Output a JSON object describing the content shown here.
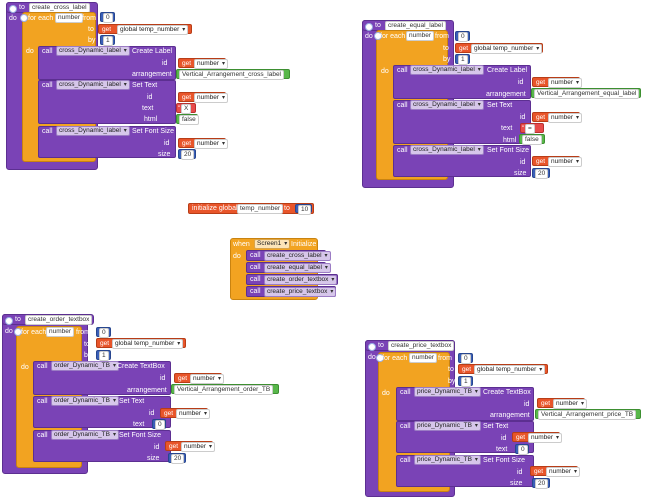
{
  "procedures": [
    {
      "to": "to",
      "name": "create_cross_label",
      "do": "do",
      "loop": {
        "for_each": "for each",
        "var": "number",
        "from": "from",
        "from_val": "0",
        "to": "to",
        "get": "get",
        "global": "global temp_number",
        "by": "by",
        "by_val": "1",
        "do": "do"
      },
      "calls": [
        {
          "call": "call",
          "component": "cross_Dynamic_label",
          "method": "Create Label",
          "args": [
            {
              "name": "id",
              "get": "get",
              "var": "number"
            },
            {
              "name": "arrangement",
              "value": "Vertical_Arrangement_cross_label"
            }
          ]
        },
        {
          "call": "call",
          "component": "cross_Dynamic_label",
          "method": "Set Text",
          "args": [
            {
              "name": "id",
              "get": "get",
              "var": "number"
            },
            {
              "name": "text",
              "value": "X"
            },
            {
              "name": "html",
              "value": "false"
            }
          ]
        },
        {
          "call": "call",
          "component": "cross_Dynamic_label",
          "method": "Set Font Size",
          "args": [
            {
              "name": "id",
              "get": "get",
              "var": "number"
            },
            {
              "name": "size",
              "value": "20"
            }
          ]
        }
      ]
    },
    {
      "to": "to",
      "name": "create_equal_label",
      "do": "do",
      "loop": {
        "for_each": "for each",
        "var": "number",
        "from": "from",
        "from_val": "0",
        "to": "to",
        "get": "get",
        "global": "global temp_number",
        "by": "by",
        "by_val": "1",
        "do": "do"
      },
      "calls": [
        {
          "call": "call",
          "component": "cross_Dynamic_label",
          "method": "Create Label",
          "args": [
            {
              "name": "id",
              "get": "get",
              "var": "number"
            },
            {
              "name": "arrangement",
              "value": "Vertical_Arrangement_equal_label"
            }
          ]
        },
        {
          "call": "call",
          "component": "cross_Dynamic_label",
          "method": "Set Text",
          "args": [
            {
              "name": "id",
              "get": "get",
              "var": "number"
            },
            {
              "name": "text",
              "value": "="
            },
            {
              "name": "html",
              "value": "false"
            }
          ]
        },
        {
          "call": "call",
          "component": "cross_Dynamic_label",
          "method": "Set Font Size",
          "args": [
            {
              "name": "id",
              "get": "get",
              "var": "number"
            },
            {
              "name": "size",
              "value": "20"
            }
          ]
        }
      ]
    },
    {
      "to": "to",
      "name": "create_order_textbox",
      "do": "do",
      "loop": {
        "for_each": "for each",
        "var": "number",
        "from": "from",
        "from_val": "0",
        "to": "to",
        "get": "get",
        "global": "global temp_number",
        "by": "by",
        "by_val": "1",
        "do": "do"
      },
      "calls": [
        {
          "call": "call",
          "component": "order_Dynamic_TB",
          "method": "Create TextBox",
          "args": [
            {
              "name": "id",
              "get": "get",
              "var": "number"
            },
            {
              "name": "arrangement",
              "value": "Vertical_Arrangement_order_TB"
            }
          ]
        },
        {
          "call": "call",
          "component": "order_Dynamic_TB",
          "method": "Set Text",
          "args": [
            {
              "name": "id",
              "get": "get",
              "var": "number"
            },
            {
              "name": "text",
              "value": "0"
            }
          ]
        },
        {
          "call": "call",
          "component": "order_Dynamic_TB",
          "method": "Set Font Size",
          "args": [
            {
              "name": "id",
              "get": "get",
              "var": "number"
            },
            {
              "name": "size",
              "value": "20"
            }
          ]
        }
      ]
    },
    {
      "to": "to",
      "name": "create_price_textbox",
      "do": "do",
      "loop": {
        "for_each": "for each",
        "var": "number",
        "from": "from",
        "from_val": "0",
        "to": "to",
        "get": "get",
        "global": "global temp_number",
        "by": "by",
        "by_val": "1",
        "do": "do"
      },
      "calls": [
        {
          "call": "call",
          "component": "price_Dynamic_TB",
          "method": "Create TextBox",
          "args": [
            {
              "name": "id",
              "get": "get",
              "var": "number"
            },
            {
              "name": "arrangement",
              "value": "Vertical_Arrangement_price_TB"
            }
          ]
        },
        {
          "call": "call",
          "component": "price_Dynamic_TB",
          "method": "Set Text",
          "args": [
            {
              "name": "id",
              "get": "get",
              "var": "number"
            },
            {
              "name": "text",
              "value": "0"
            }
          ]
        },
        {
          "call": "call",
          "component": "price_Dynamic_TB",
          "method": "Set Font Size",
          "args": [
            {
              "name": "id",
              "get": "get",
              "var": "number"
            },
            {
              "name": "size",
              "value": "20"
            }
          ]
        }
      ]
    }
  ],
  "global_init": {
    "label": "initialize global",
    "name": "temp_number",
    "to": "to",
    "value": "10"
  },
  "event": {
    "when": "when",
    "component": "Screen1",
    "event": "Initialize",
    "do": "do",
    "calls": [
      {
        "call": "call",
        "name": "create_cross_label"
      },
      {
        "call": "call",
        "name": "create_equal_label"
      },
      {
        "call": "call",
        "name": "create_order_textbox"
      },
      {
        "call": "call",
        "name": "create_price_textbox"
      }
    ]
  },
  "colors": {
    "procedure": "#7a43b6",
    "loop": "#f2a321",
    "get": "#e8552a",
    "number": "#3a5fb8",
    "text": "#e84b4b",
    "logic": "#58b74a"
  }
}
